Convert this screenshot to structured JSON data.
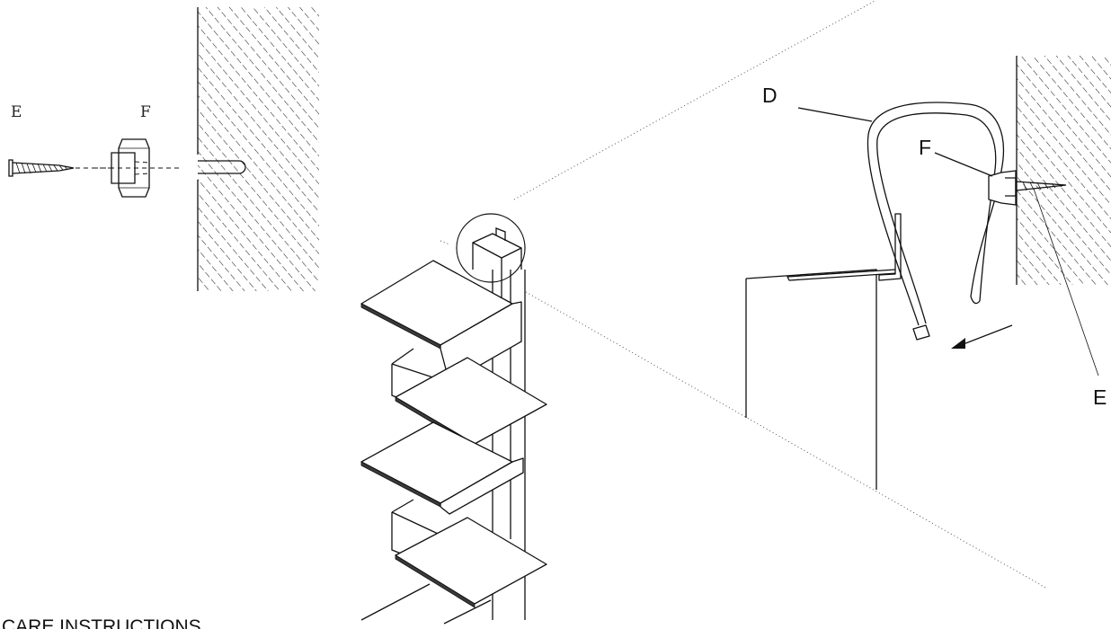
{
  "labels": {
    "left_screw": "E",
    "left_anchor": "F",
    "strap": "D",
    "right_anchor": "F",
    "right_screw": "E"
  },
  "footer": {
    "care_heading": "CARE INSTRUCTIONS"
  },
  "colors": {
    "ink": "#111111",
    "background": "#ffffff"
  }
}
